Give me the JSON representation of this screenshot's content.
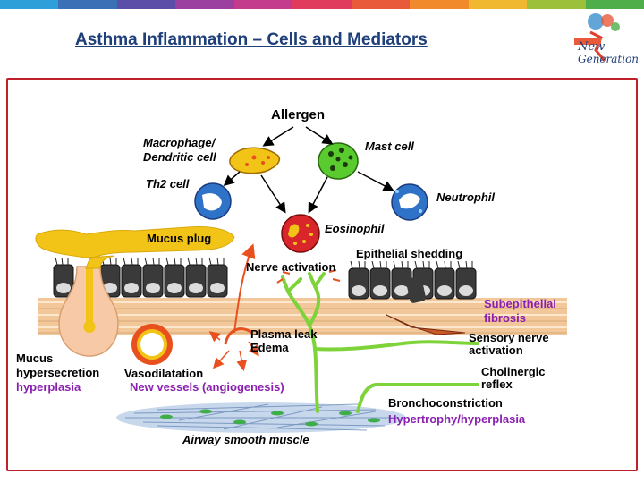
{
  "header": {
    "title": "Asthma Inflammation – Cells and Mediators",
    "stripe_colors": [
      "#2e9fd8",
      "#3b6fb6",
      "#5a4ea8",
      "#9b3fa0",
      "#c43a8c",
      "#e03a5c",
      "#e85a3a",
      "#f08a2a",
      "#f0b830",
      "#9cc03a",
      "#4fae4a"
    ]
  },
  "logo": {
    "line1": "New",
    "line2": "Generation"
  },
  "labels": {
    "allergen": "Allergen",
    "macrophage_1": "Macrophage/",
    "macrophage_2": "Dendritic cell",
    "mast_cell": "Mast cell",
    "th2_cell": "Th2 cell",
    "neutrophil": "Neutrophil",
    "mucus_plug": "Mucus plug",
    "eosinophil": "Eosinophil",
    "epithelial_shedding": "Epithelial shedding",
    "nerve_activation": "Nerve activation",
    "subepithelial_1": "Subepithelial",
    "subepithelial_2": "fibrosis",
    "plasma_leak": "Plasma leak",
    "edema": "Edema",
    "sensory_1": "Sensory nerve",
    "sensory_2": "activation",
    "mucus_1": "Mucus",
    "mucus_2": "hypersecretion",
    "hyperplasia": "hyperplasia",
    "vasodilatation": "Vasodilatation",
    "new_vessels": "New vessels (angiogenesis)",
    "cholinergic_1": "Cholinergic",
    "cholinergic_2": "reflex",
    "bronchoconstriction": "Bronchoconstriction",
    "hypertrophy": "Hypertrophy/hyperplasia",
    "airway_muscle": "Airway smooth muscle"
  },
  "colors": {
    "frame": "#c0202c",
    "title": "#1f3f7a",
    "purple_text": "#8a1fb0",
    "mucus_yellow": "#f3c418",
    "fibrosis_tan": "#f2c79a",
    "nerve_green": "#7fd33a",
    "vessel_red": "#e8501e"
  }
}
